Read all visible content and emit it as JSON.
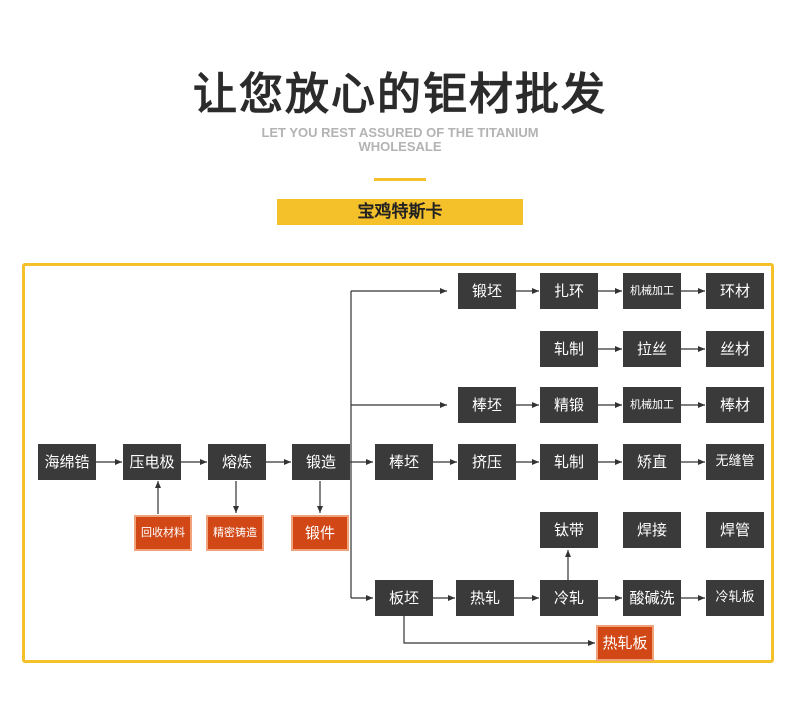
{
  "header": {
    "title": "让您放心的钜材批发",
    "subtitle": "LET YOU REST ASSURED OF THE TITANIUM WHOLESALE",
    "badge": "宝鸡特斯卡"
  },
  "colors": {
    "accent": "#f5c12a",
    "node_dark": "#3a3a3a",
    "node_orange": "#d14816"
  },
  "flow": {
    "sponge": "海绵锆",
    "electrode": "压电极",
    "smelt": "熔炼",
    "forge": "锻造",
    "recycle": "回收材料",
    "casting": "精密铸造",
    "forging": "锻件",
    "billet_forge": "锻坯",
    "ring_roll": "扎环",
    "machining_1": "机械加工",
    "ring": "环材",
    "rolling_1": "轧制",
    "drawing": "拉丝",
    "wire": "丝材",
    "bar_billet_1": "棒坯",
    "fine_forge": "精锻",
    "machining_2": "机械加工",
    "bar": "棒材",
    "bar_billet_2": "棒坯",
    "extrude": "挤压",
    "rolling_2": "轧制",
    "straighten": "矫直",
    "seamless_tube": "无缝管",
    "strip": "钛带",
    "welding": "焊接",
    "welded_tube": "焊管",
    "slab": "板坯",
    "hot_roll": "热轧",
    "cold_roll": "冷轧",
    "pickling": "酸碱洗",
    "cold_plate": "冷轧板",
    "hot_plate": "热轧板"
  }
}
